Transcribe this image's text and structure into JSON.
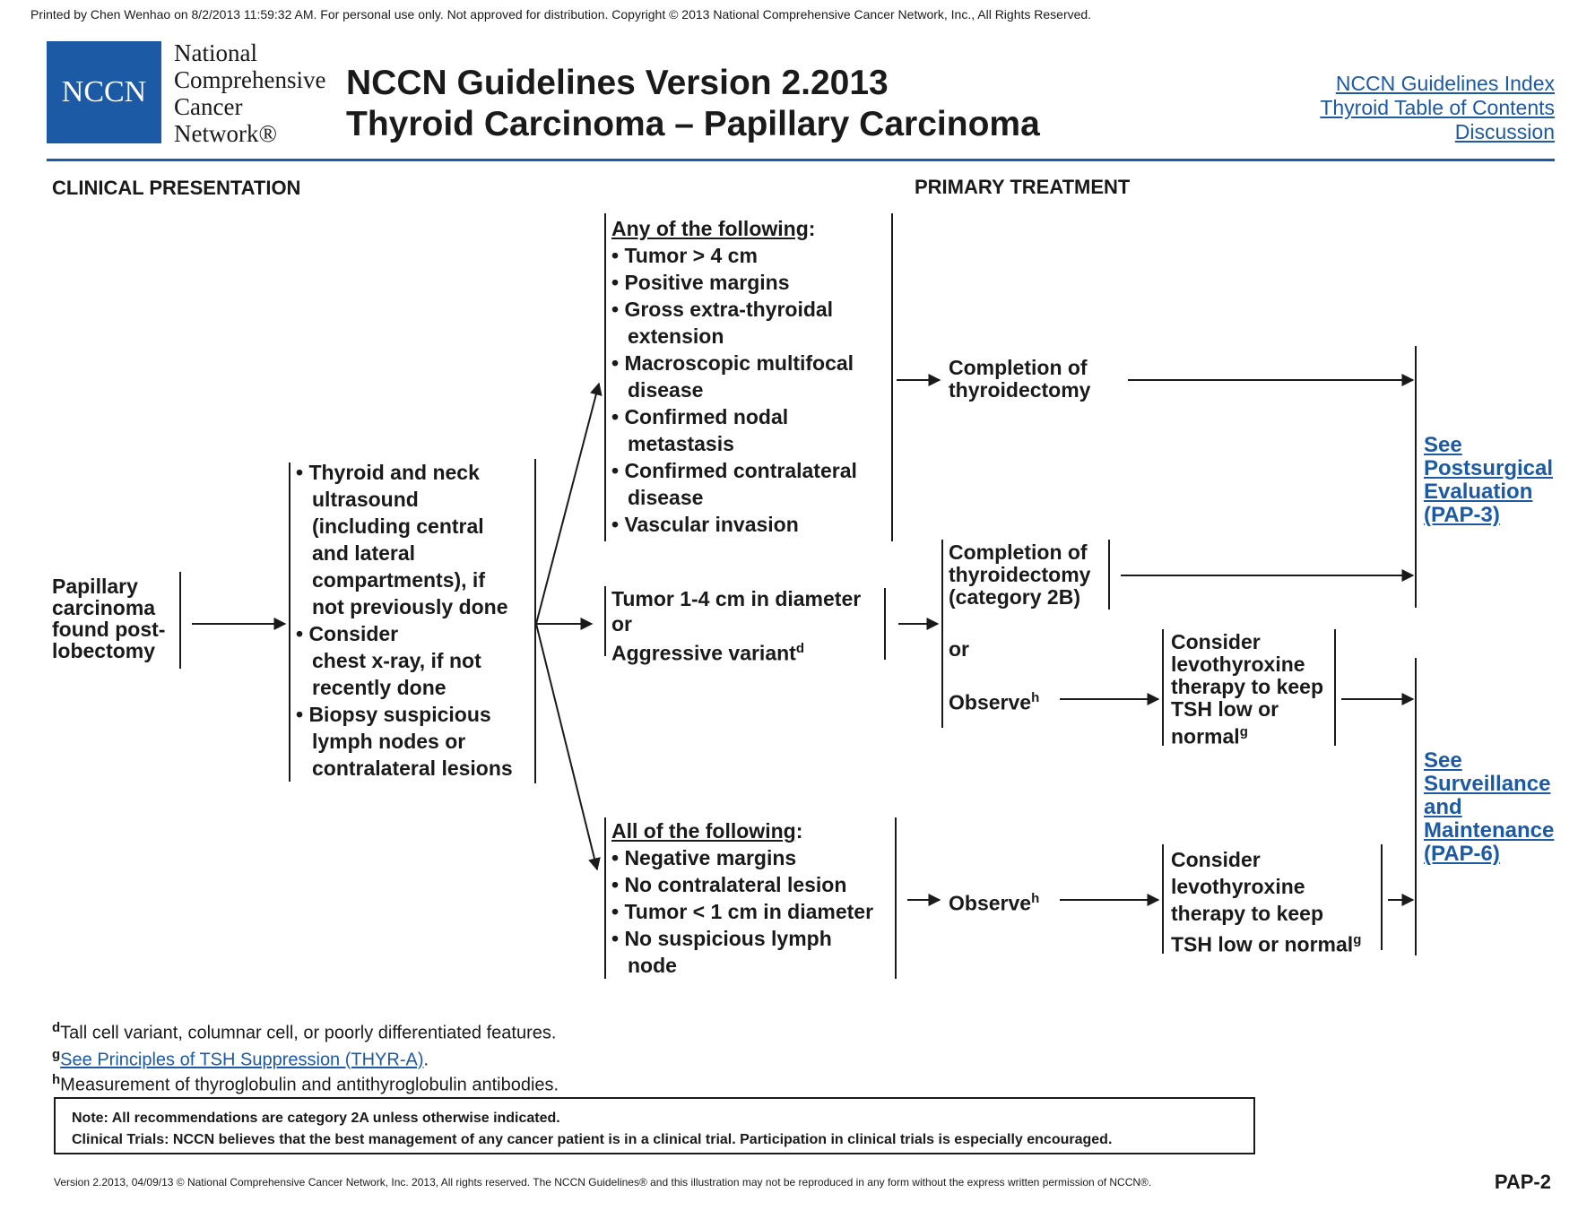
{
  "print_line": "Printed by Chen Wenhao on 8/2/2013 11:59:32 AM.  For personal use only.  Not approved for distribution.  Copyright © 2013 National Comprehensive Cancer Network, Inc., All Rights Reserved.",
  "logo": {
    "mark": "NCCN",
    "lines": [
      "National",
      "Comprehensive",
      "Cancer",
      "Network®"
    ]
  },
  "title": {
    "line1": "NCCN Guidelines Version 2.2013",
    "line2": "Thyroid Carcinoma – Papillary Carcinoma"
  },
  "top_links": [
    "NCCN Guidelines Index",
    "Thyroid Table of Contents",
    "Discussion"
  ],
  "headers": {
    "clinical": "CLINICAL PRESENTATION",
    "primary": "PRIMARY TREATMENT"
  },
  "presentation": [
    "Papillary",
    "carcinoma",
    "found post-",
    "lobectomy"
  ],
  "workup": [
    "• Thyroid and neck",
    "ultrasound",
    "(including central",
    "and lateral",
    "compartments), if",
    "not previously done",
    "• Consider",
    "chest x-ray, if not",
    "recently done",
    "• Biopsy suspicious",
    "lymph nodes or",
    "contralateral lesions"
  ],
  "any_box": {
    "heading": "Any of the following",
    "heading_colon": ":",
    "items": [
      "• Tumor > 4 cm",
      "• Positive margins",
      "• Gross extra-thyroidal",
      "extension",
      "• Macroscopic multifocal",
      "disease",
      "• Confirmed nodal",
      "metastasis",
      "• Confirmed contralateral",
      "disease",
      "• Vascular invasion"
    ]
  },
  "middle_box": {
    "line1": "Tumor 1-4 cm in diameter",
    "line2": "or",
    "line3": "Aggressive variant",
    "sup": "d"
  },
  "all_box": {
    "heading": "All of the following",
    "heading_colon": ":",
    "items": [
      "• Negative margins",
      "• No contralateral lesion",
      "• Tumor < 1 cm in diameter",
      "• No suspicious lymph",
      "node"
    ]
  },
  "treatment": {
    "completion1": [
      "Completion of",
      "thyroidectomy"
    ],
    "completion2": [
      "Completion of",
      "thyroidectomy",
      "(category 2B)"
    ],
    "or": "or",
    "observe": "Observe",
    "observe_sup": "h",
    "observe2": "Observe",
    "observe2_sup": "h"
  },
  "levo1": {
    "lines": [
      "Consider",
      "levothyroxine",
      "therapy to keep",
      "TSH low or",
      "normal"
    ],
    "sup": "g"
  },
  "levo2": {
    "lines": [
      "Consider",
      "levothyroxine",
      "therapy to keep",
      "TSH low or normal"
    ],
    "sup": "g"
  },
  "link_postsurgical": [
    "See",
    "Postsurgical",
    "Evaluation",
    "(PAP-3)"
  ],
  "link_surveillance": [
    "See",
    "Surveillance",
    "and",
    "Maintenance",
    "(PAP-6)"
  ],
  "footnotes": [
    {
      "mark": "d",
      "text": "Tall cell variant, columnar cell, or poorly differentiated features."
    },
    {
      "mark": "g",
      "text": "See Principles of TSH Suppression (THYR-A)",
      "suffix": "."
    },
    {
      "mark": "h",
      "text": "Measurement of thyroglobulin and antithyroglobulin antibodies."
    }
  ],
  "note": {
    "line1": "Note:  All recommendations are category 2A unless otherwise indicated.",
    "line2": "Clinical Trials: NCCN believes that the best management of any cancer patient is in a clinical trial.  Participation in clinical trials is especially encouraged."
  },
  "footer": "Version 2.2013, 04/09/13 © National Comprehensive Cancer Network, Inc. 2013, All rights reserved. The NCCN Guidelines® and this illustration may not be reproduced in any form without the express written permission of NCCN®.",
  "page_code": "PAP-2",
  "colors": {
    "brand_blue": "#1c5aa6",
    "text": "#1a1a1a"
  }
}
